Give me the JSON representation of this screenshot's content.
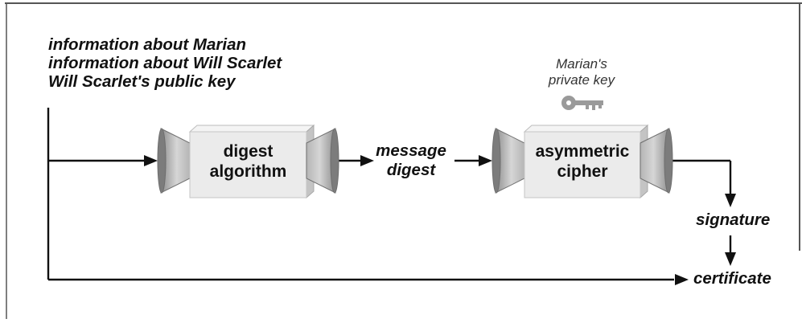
{
  "inputs": {
    "line1": "information about Marian",
    "line2": "information about Will Scarlet",
    "line3": "Will Scarlet's public key"
  },
  "digest_box": {
    "line1": "digest",
    "line2": "algorithm"
  },
  "message_digest": {
    "line1": "message",
    "line2": "digest"
  },
  "private_key": {
    "line1": "Marian's",
    "line2": "private key"
  },
  "cipher_box": {
    "line1": "asymmetric",
    "line2": "cipher"
  },
  "signature": "signature",
  "certificate": "certificate",
  "icons": {
    "key": "key-icon"
  },
  "colors": {
    "lines": "#111111",
    "box_face": "#ebebeb",
    "box_side": "#c9c9c9",
    "funnel": "#a8a8a8",
    "key": "#9a9a9a"
  }
}
